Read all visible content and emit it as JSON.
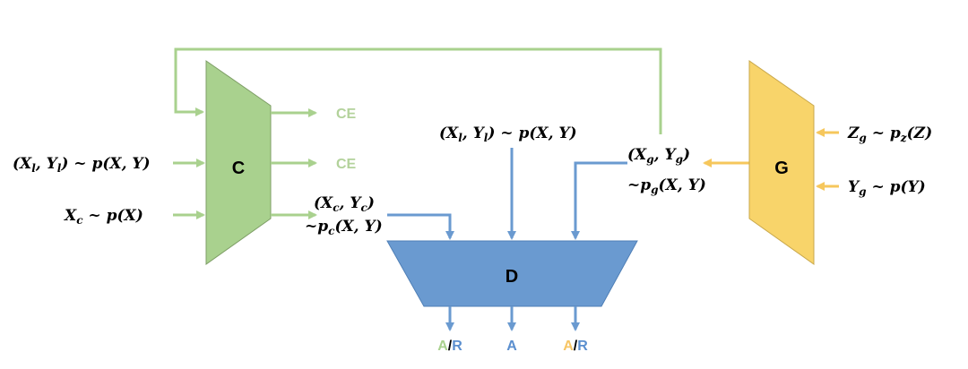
{
  "blocks": {
    "classifier": "C",
    "discriminator": "D",
    "generator": "G"
  },
  "inputs": {
    "labeled": [
      "(X",
      "l",
      ", Y",
      "l",
      ") ~ p(X, Y)"
    ],
    "unlabeled": [
      "X",
      "c",
      " ~ p(X)"
    ],
    "labeled_d": [
      "(X",
      "l",
      ", Y",
      "l",
      ") ~ p(X, Y)"
    ],
    "noise": [
      "Z",
      "g",
      " ~ p",
      "z",
      "(Z)"
    ],
    "gen_label": [
      "Y",
      "g",
      " ~ p(Y)"
    ]
  },
  "pairs": {
    "classifier_pair": [
      "(X",
      "c",
      ", Y",
      "c",
      ")"
    ],
    "classifier_dist": [
      "~p",
      "c",
      "(X, Y)"
    ],
    "generator_pair": [
      "(X",
      "g",
      ", Y",
      "g",
      ")"
    ],
    "generator_dist": [
      "~p",
      "g",
      "(X, Y)"
    ]
  },
  "losses": {
    "ce1": "CE",
    "ce2": "CE"
  },
  "outputs": {
    "left": {
      "a": "A",
      "slash": "/",
      "r": "R"
    },
    "middle": "A",
    "right": {
      "a": "A",
      "slash": "/",
      "r": "R"
    }
  },
  "colors": {
    "classifier_fill": "#a9d18e",
    "discriminator_fill": "#6a9ad0",
    "generator_fill": "#f8d46a",
    "ce_text": "#b3d29b",
    "green_a": "#a9d18e",
    "blue": "#5b8fcf",
    "orange_a": "#f7c564"
  }
}
